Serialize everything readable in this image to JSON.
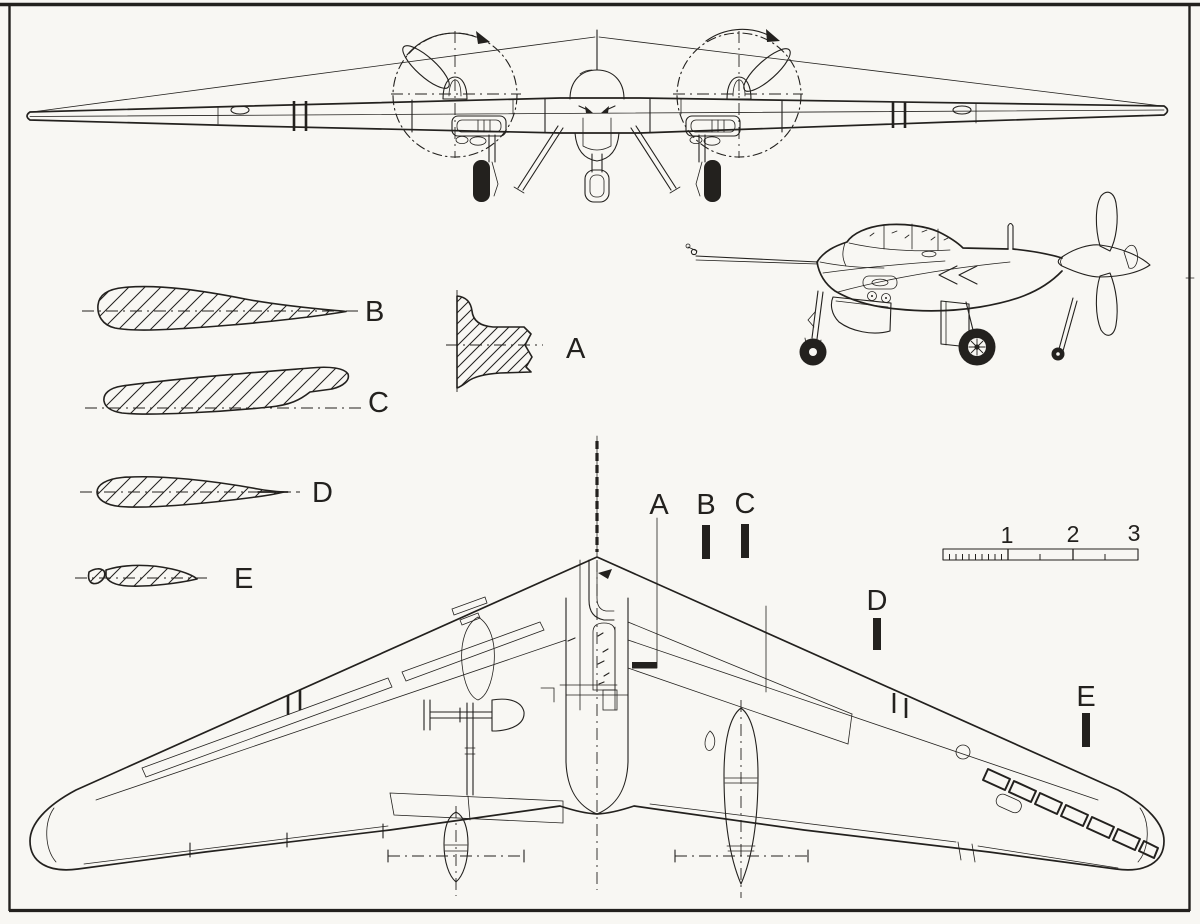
{
  "colors": {
    "paper": "#f8f7f3",
    "ink": "#23211e"
  },
  "airfoil_sections": {
    "b": {
      "label": "B"
    },
    "c": {
      "label": "C"
    },
    "d": {
      "label": "D"
    },
    "e": {
      "label": "E"
    }
  },
  "root_detail": {
    "label": "A"
  },
  "plan_markers": {
    "a": {
      "label": "A"
    },
    "b": {
      "label": "B"
    },
    "c": {
      "label": "C"
    },
    "d": {
      "label": "D"
    },
    "e": {
      "label": "E"
    }
  },
  "scale_bar": {
    "tick_labels": [
      "1",
      "2",
      "3"
    ]
  }
}
